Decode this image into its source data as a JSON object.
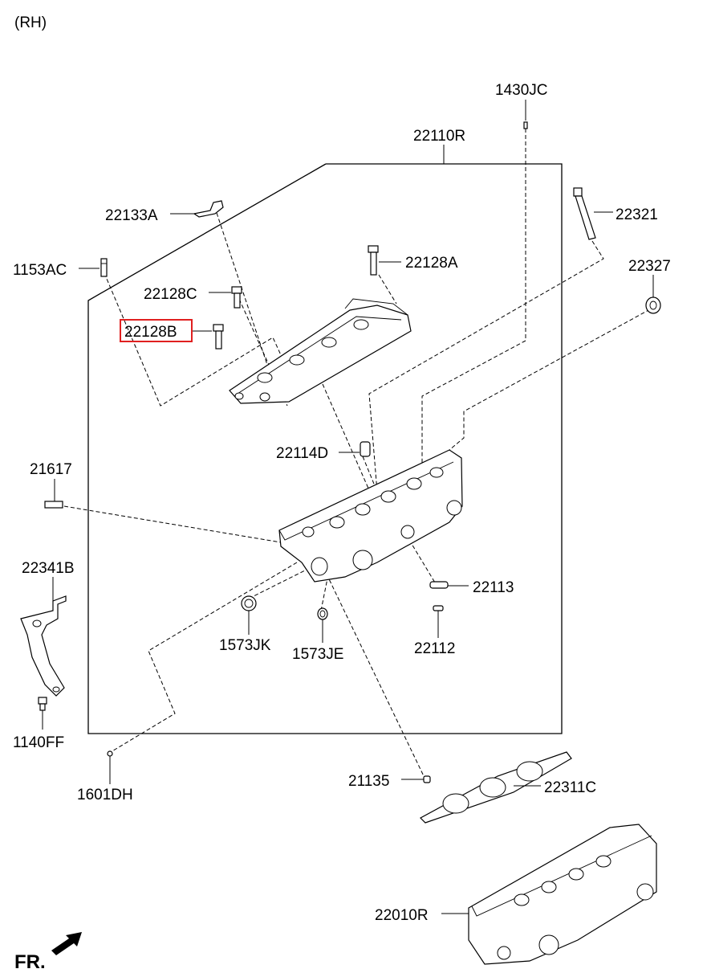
{
  "header": {
    "side": "(RH)"
  },
  "footer": {
    "direction": "FR."
  },
  "labels": {
    "p1430JC": "1430JC",
    "p22110R": "22110R",
    "p22133A": "22133A",
    "p22321": "22321",
    "p1153AC": "1153AC",
    "p22128A": "22128A",
    "p22327": "22327",
    "p22128C": "22128C",
    "p22128B": "22128B",
    "p22114D": "22114D",
    "p21617": "21617",
    "p22341B": "22341B",
    "p22113": "22113",
    "p1573JK": "1573JK",
    "p1573JE": "1573JE",
    "p22112": "22112",
    "p1140FF": "1140FF",
    "p1601DH": "1601DH",
    "p21135": "21135",
    "p22311C": "22311C",
    "p22010R": "22010R"
  },
  "highlighted_part": "22128B",
  "colors": {
    "highlight": "#e02020",
    "line": "#000000",
    "background": "#ffffff"
  }
}
